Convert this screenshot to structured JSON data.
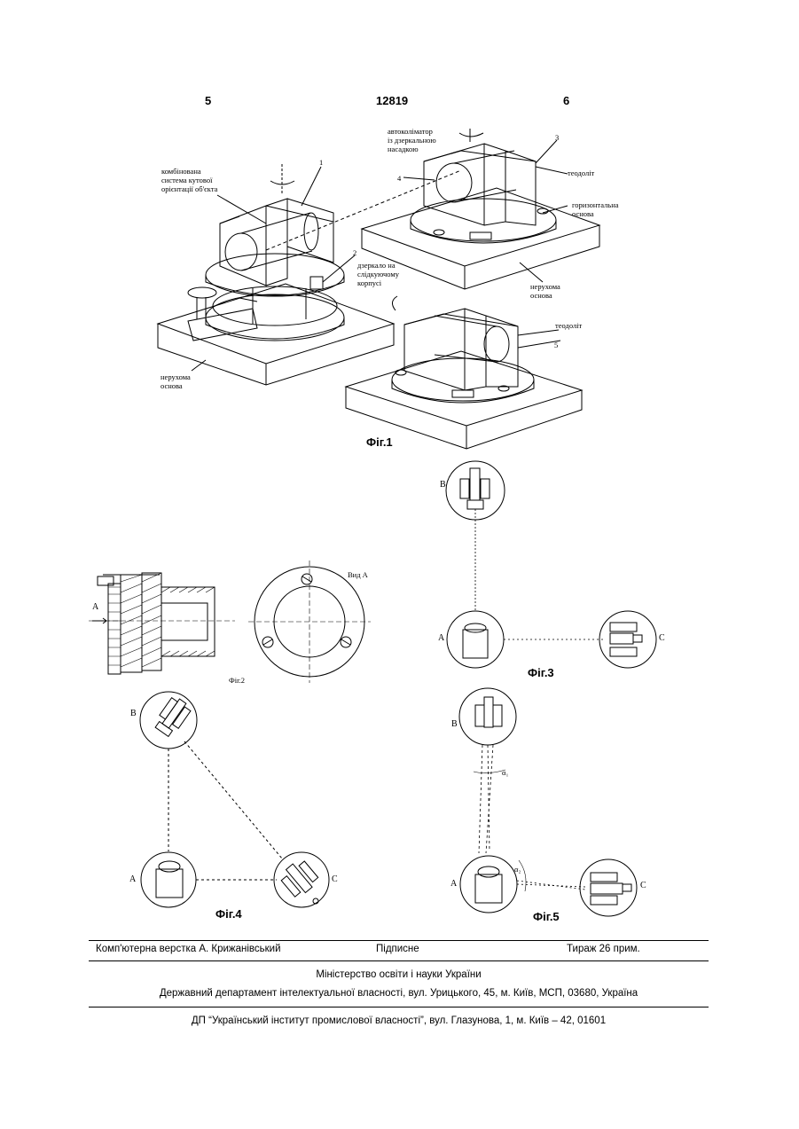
{
  "header": {
    "page_left": "5",
    "patent_number": "12819",
    "page_right": "6"
  },
  "fig1": {
    "caption": "Фіг.1",
    "labels": {
      "combined_system": "комбінована\nсистема кутової\nорієнтації об'єкта",
      "num1": "1",
      "num2": "2",
      "num3": "3",
      "num4": "4",
      "num5": "5",
      "mirror_on_housing": "дзеркало на\nслідкуючому\nкорпусі",
      "fixed_base_left": "нерухома\nоснова",
      "autocollimator": "автоколіматор\nіз дзеркальною\nнасадкою",
      "theodolite_top": "теодоліт",
      "horizontal_base": "горизонтальна\nоснова",
      "fixed_base_right": "нерухома\nоснова",
      "theodolite_bottom": "теодоліт"
    }
  },
  "fig2": {
    "caption": "Фіг.2",
    "view_label": "Вид А",
    "arrow_label": "А"
  },
  "fig3": {
    "caption": "Фіг.3",
    "label_b": "В",
    "label_a": "А",
    "label_c": "С"
  },
  "fig4": {
    "caption": "Фіг.4",
    "label_b": "В",
    "label_a": "А",
    "label_c": "С"
  },
  "fig5": {
    "caption": "Фіг.5",
    "label_b": "В",
    "label_a": "А",
    "label_c": "С",
    "alpha1": "α₁",
    "alpha2": "α₂"
  },
  "footer": {
    "layout_credit": "Комп'ютерна верстка А. Крижанівський",
    "signed": "Підписне",
    "circulation": "Тираж 26 прим.",
    "ministry": "Міністерство освіти і науки України",
    "department": "Державний департамент інтелектуальної власності, вул. Урицького, 45, м. Київ, МСП, 03680, Україна",
    "institute": "ДП “Український інститут промислової власності”, вул. Глазунова, 1, м. Київ – 42, 01601"
  }
}
